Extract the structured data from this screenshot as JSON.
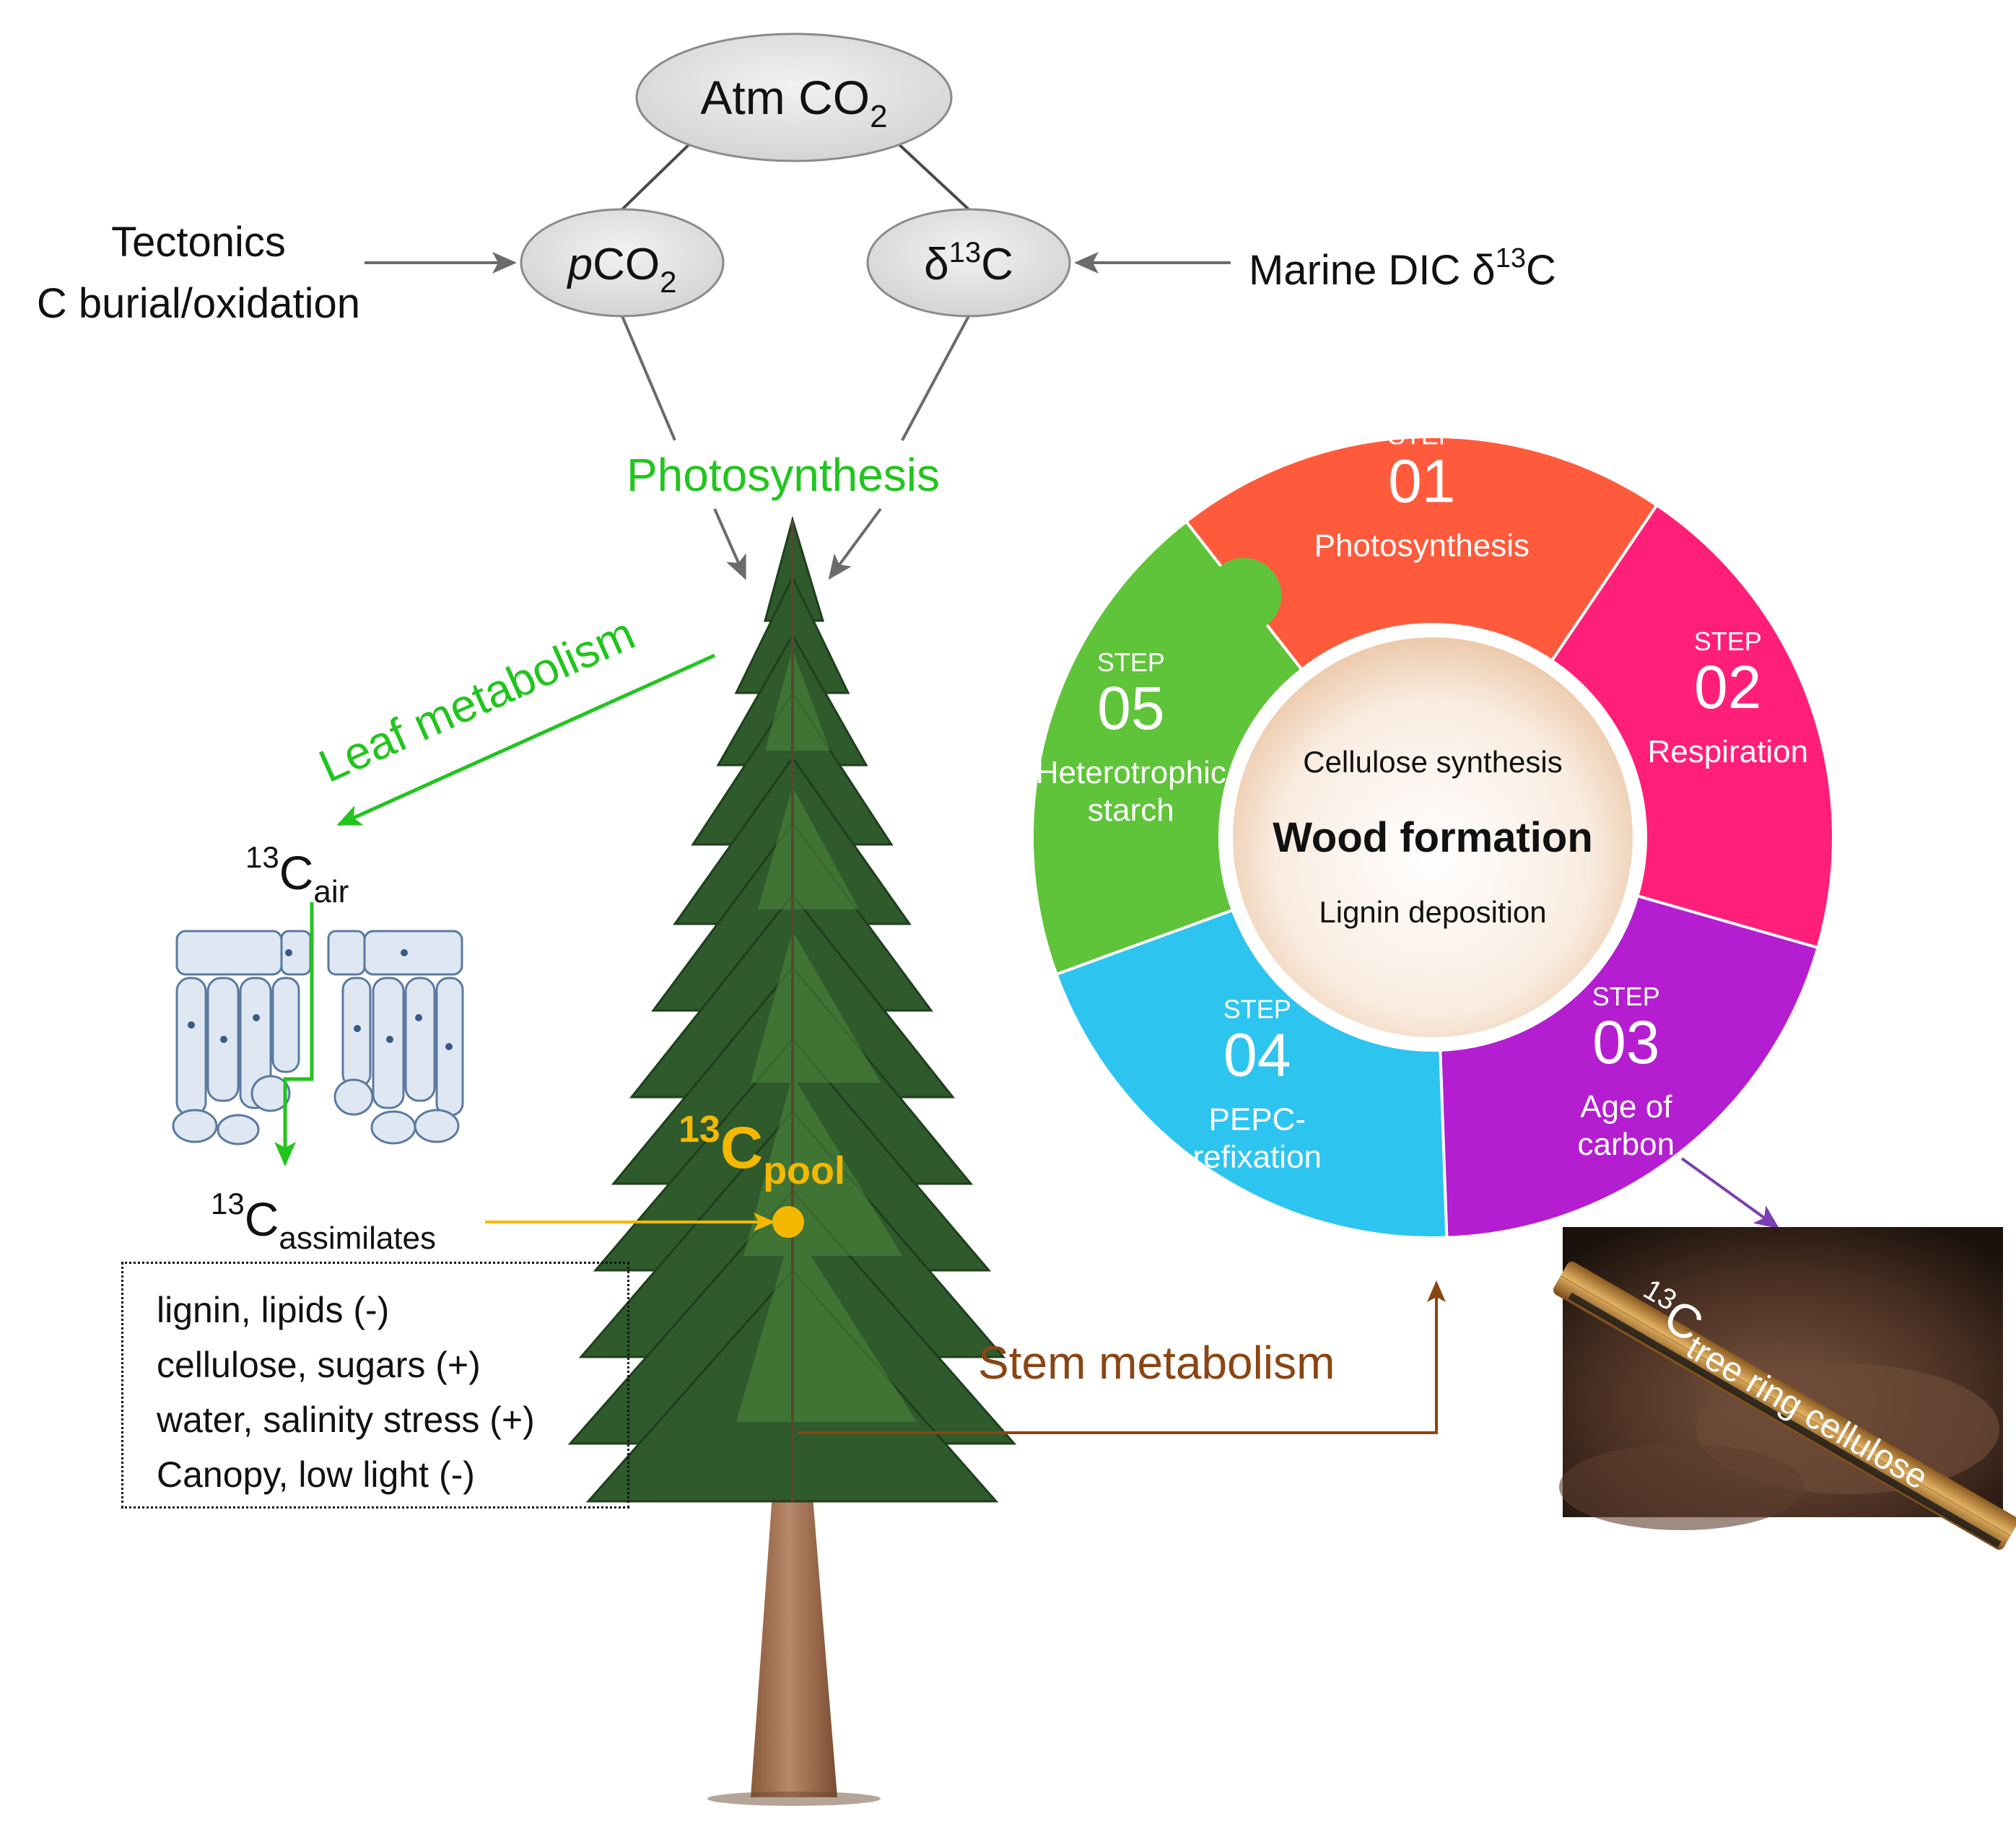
{
  "atmosphere": {
    "atm_co2": {
      "main": "Atm CO",
      "sub": "2"
    },
    "pco2": {
      "italic": "p",
      "main": "CO",
      "sub": "2"
    },
    "d13c": {
      "main": "δ",
      "sup": "13",
      "tail": "C"
    }
  },
  "drivers": {
    "tectonics_line1": "Tectonics",
    "tectonics_line2": "C burial/oxidation",
    "marine": {
      "main": "Marine DIC δ",
      "sup": "13",
      "tail": "C"
    }
  },
  "processes": {
    "photosynthesis": "Photosynthesis",
    "leaf_metabolism": "Leaf metabolism",
    "stem_metabolism": "Stem metabolism"
  },
  "isotope_labels": {
    "c_air": {
      "sup": "13",
      "main": "C",
      "sub": "air"
    },
    "c_assimilates": {
      "sup": "13",
      "main": "C",
      "sub": "assimilates"
    },
    "c_pool": {
      "sup": "13",
      "main": "C",
      "sub": "pool"
    },
    "c_tree_ring": {
      "sup": "13",
      "main": "C",
      "sub": "tree ring cellulose"
    }
  },
  "factors": [
    "lignin, lipids (-)",
    "cellulose, sugars (+)",
    "water, salinity stress (+)",
    "Canopy, low light (-)"
  ],
  "cycle": {
    "center": {
      "top": "Cellulose synthesis",
      "title": "Wood formation",
      "bottom": "Lignin deposition"
    },
    "step_word": "STEP",
    "steps": [
      {
        "num": "01",
        "label_lines": [
          "Photosynthesis"
        ],
        "color": "#ff5a3c"
      },
      {
        "num": "02",
        "label_lines": [
          "Respiration"
        ],
        "color": "#ff1f78"
      },
      {
        "num": "03",
        "label_lines": [
          "Age of",
          "carbon"
        ],
        "color": "#b41ed0"
      },
      {
        "num": "04",
        "label_lines": [
          "PEPC-",
          "refixation"
        ],
        "color": "#2ec4f0"
      },
      {
        "num": "05",
        "label_lines": [
          "Heterotrophic",
          "starch"
        ],
        "color": "#5fc43a"
      }
    ]
  },
  "colors": {
    "green_process": "#22c41e",
    "stem_brown": "#8b4513",
    "pool_yellow": "#f5b800",
    "arrow_gray": "#6b6b6b",
    "purple_arrow": "#7b3fb0"
  },
  "icons": [
    "tree-illustration",
    "leaf-cross-section",
    "tree-ring-core-photo"
  ]
}
